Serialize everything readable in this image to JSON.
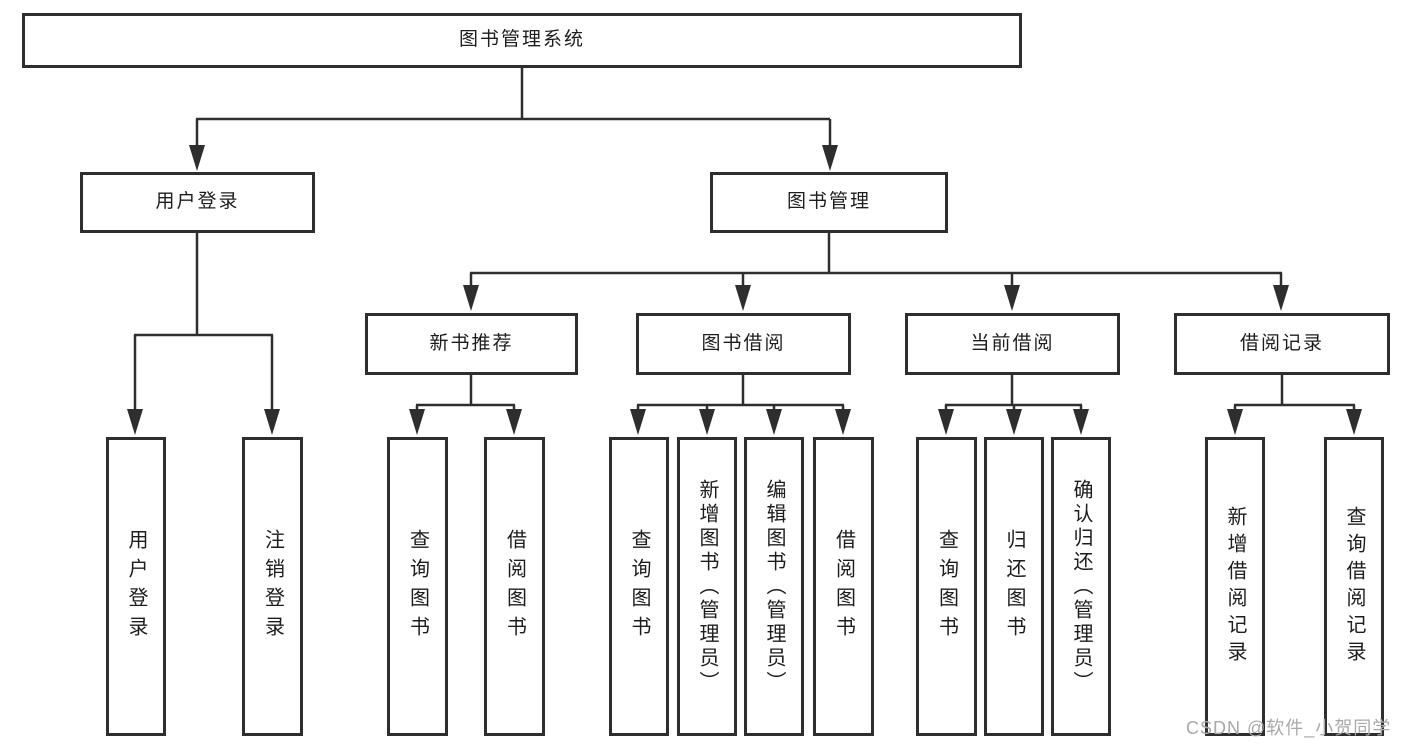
{
  "diagram_title": "图书管理系统",
  "tree": {
    "root": {
      "label": "图书管理系统"
    },
    "level2": [
      {
        "label": "用户登录",
        "children": [
          {
            "label": "用户登录"
          },
          {
            "label": "注销登录"
          }
        ]
      },
      {
        "label": "图书管理",
        "children": [
          {
            "label": "新书推荐",
            "children": [
              {
                "label": "查询图书"
              },
              {
                "label": "借阅图书"
              }
            ]
          },
          {
            "label": "图书借阅",
            "children": [
              {
                "label": "查询图书"
              },
              {
                "label": "新增图书（管理员）"
              },
              {
                "label": "编辑图书（管理员）"
              },
              {
                "label": "借阅图书"
              }
            ]
          },
          {
            "label": "当前借阅",
            "children": [
              {
                "label": "查询图书"
              },
              {
                "label": "归还图书"
              },
              {
                "label": "确认归还（管理员）"
              }
            ]
          },
          {
            "label": "借阅记录",
            "children": [
              {
                "label": "新增借阅记录"
              },
              {
                "label": "查询借阅记录"
              }
            ]
          }
        ]
      }
    ]
  },
  "watermark": {
    "text": "CSDN @软件_小贺同学"
  },
  "colors": {
    "line": "#2e2e2e",
    "text": "#1d1d1d",
    "background": "#ffffff",
    "watermark": "#a9a9a9"
  }
}
